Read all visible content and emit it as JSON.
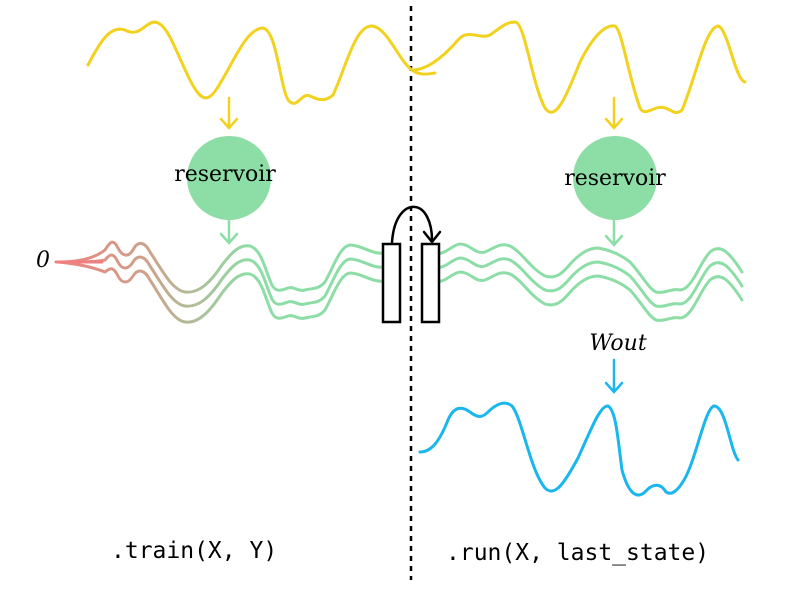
{
  "labels": {
    "reservoir_left": "reservoir",
    "reservoir_right": "reservoir",
    "zero": "0",
    "wout": "Wout"
  },
  "captions": {
    "train": ".train(X, Y)",
    "run": ".run(X, last_state)"
  },
  "colors": {
    "input_signal": "#f2d21e",
    "reservoir_node": "#8ddda6",
    "states": "#8ddda6",
    "initial_state": "#f08080",
    "readout": "#1ab6ee",
    "divider": "#000000"
  }
}
